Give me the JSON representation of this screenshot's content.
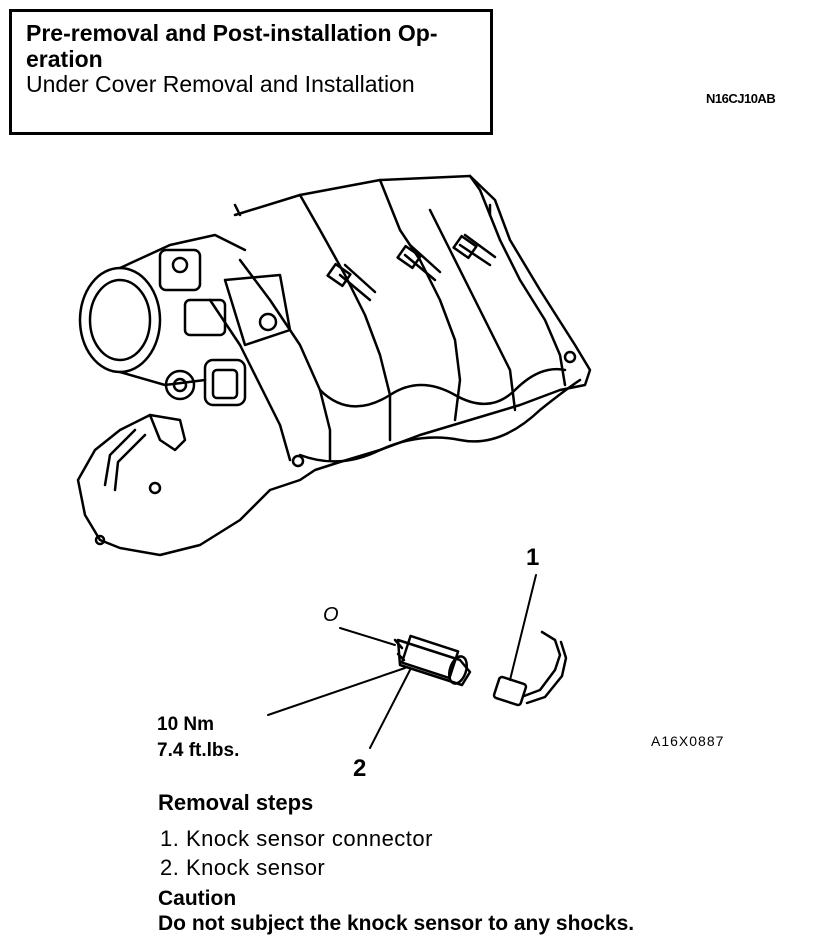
{
  "header": {
    "line1": "Pre-removal and Post-installation Op-",
    "line2": "eration",
    "line3": "Under Cover Removal and Installation"
  },
  "ref_code": "N16CJ10AB",
  "figure": {
    "code": "A16X0887",
    "torque_nm": "10 Nm",
    "torque_ftlbs": "7.4 ft.lbs.",
    "callout_1": "1",
    "callout_2": "2",
    "callout_o": "O"
  },
  "removal": {
    "title": "Removal steps",
    "steps": [
      "1. Knock sensor connector",
      "2. Knock sensor"
    ]
  },
  "caution": {
    "title": "Caution",
    "text": "Do not subject the knock sensor to any shocks."
  }
}
